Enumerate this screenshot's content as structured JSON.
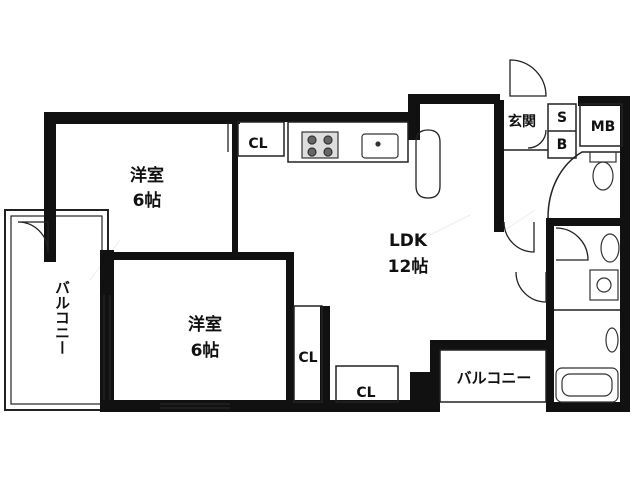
{
  "rooms": {
    "western_room_1": {
      "name": "洋室",
      "size": "6帖"
    },
    "western_room_2": {
      "name": "洋室",
      "size": "6帖"
    },
    "ldk": {
      "name": "LDK",
      "size": "12帖"
    },
    "closet_1": "CL",
    "closet_2": "CL",
    "closet_3": "CL",
    "entrance": "玄関",
    "shoe_box_s": "S",
    "shoe_box_b": "B",
    "meter_box": "MB",
    "balcony_left": "バルコニー",
    "balcony_bottom": "バルコニー"
  },
  "colors": {
    "wall": "#111111",
    "line": "#222222",
    "fixture": "#555555"
  }
}
